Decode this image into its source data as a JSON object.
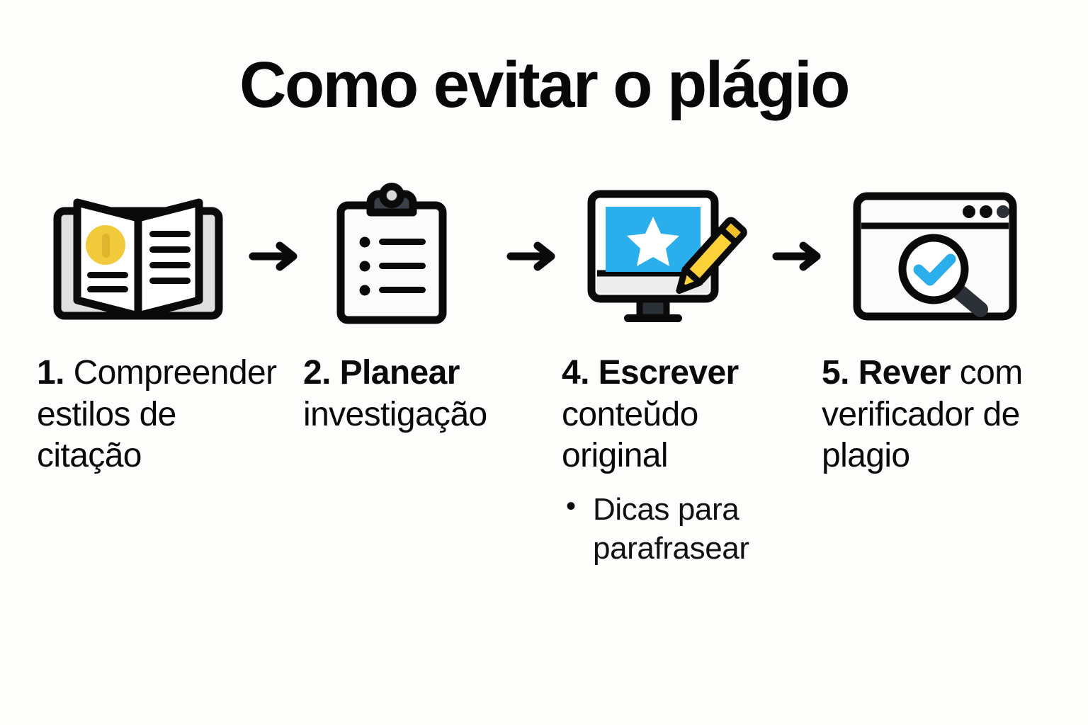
{
  "page": {
    "title": "Como evitar o plágio",
    "background_color": "#fdfdfc",
    "text_color": "#0a0a0a"
  },
  "palette": {
    "ink": "#0a0a0a",
    "blue": "#2BAFEC",
    "gold": "#F2CB3C",
    "gold_dark": "#E0B42C",
    "gray_light": "#E0E0E0",
    "gray_screen": "#EDEDED",
    "gray_dark": "#333840",
    "white": "#FFFFFF"
  },
  "flow": {
    "arrow_glyph": "arrow-right",
    "arrow_count": 3,
    "icons": [
      {
        "id": "open-book-icon",
        "label": "open book with coin and text lines"
      },
      {
        "id": "clipboard-checklist-icon",
        "label": "clipboard with bulleted checklist"
      },
      {
        "id": "monitor-pencil-icon",
        "label": "computer monitor with star and pencil"
      },
      {
        "id": "browser-magnifier-check-icon",
        "label": "browser window with magnifier and check mark"
      }
    ]
  },
  "steps": [
    {
      "number": "1.",
      "lead": "1.",
      "rest": " Compreender estilos de citação",
      "full": "1. Compreender estilos de citação",
      "icon": "open-book-icon",
      "bullets": []
    },
    {
      "number": "2.",
      "lead": "2. Planear",
      "rest": " investigação",
      "full": "2. Planear investigação",
      "icon": "clipboard-checklist-icon",
      "bullets": []
    },
    {
      "number": "4.",
      "lead": "4. Escrever",
      "rest": " conteŭdo original",
      "full": "4. Escrever conteŭdo original",
      "icon": "monitor-pencil-icon",
      "bullets": [
        "Dicas para parafrasear"
      ]
    },
    {
      "number": "5.",
      "lead": "5. Rever",
      "rest": " com verificador de plagio",
      "full": "5. Rever com verificador de plagio",
      "icon": "browser-magnifier-check-icon",
      "bullets": []
    }
  ]
}
